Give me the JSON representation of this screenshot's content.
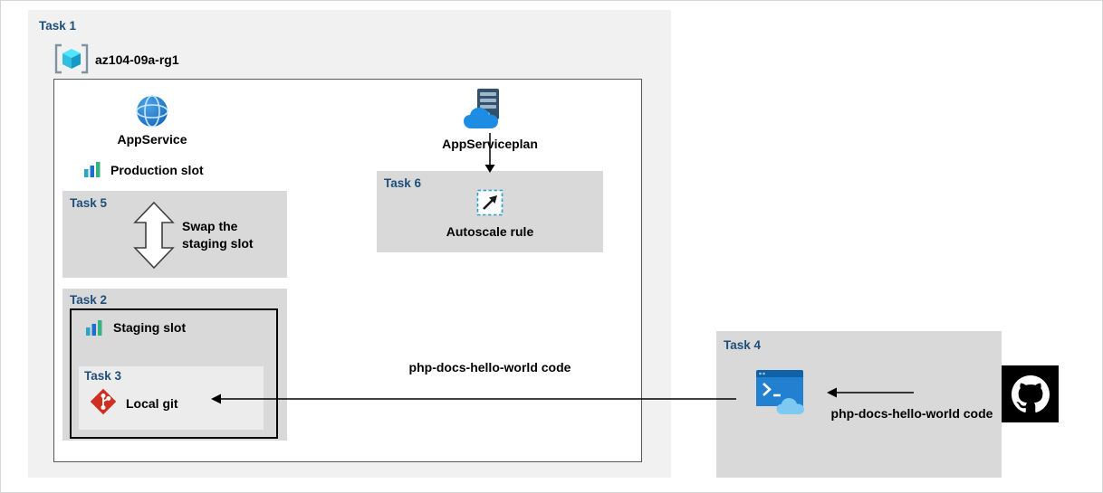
{
  "task1": {
    "label": "Task 1"
  },
  "resource_group": {
    "name": "az104-09a-rg1"
  },
  "app_service": {
    "label": "AppService"
  },
  "app_service_plan": {
    "label": "AppServiceplan"
  },
  "production_slot": {
    "label": "Production slot"
  },
  "task5": {
    "label": "Task 5",
    "action": "Swap the staging slot"
  },
  "task2": {
    "label": "Task 2",
    "staging_slot_label": "Staging slot"
  },
  "task3": {
    "label": "Task 3",
    "local_git_label": "Local git"
  },
  "task6": {
    "label": "Task 6",
    "rule_label": "Autoscale rule"
  },
  "deployment": {
    "code_label": "php-docs-hello-world code"
  },
  "task4": {
    "label": "Task 4",
    "code_label": "php-docs-hello-world code"
  },
  "icons": {
    "resource_group": "resource-group-cube-icon",
    "app_service": "app-service-globe-icon",
    "app_service_plan": "app-service-plan-server-cloud-icon",
    "production_slot": "deployment-slot-chart-icon",
    "staging_slot": "deployment-slot-chart-icon",
    "swap": "swap-vertical-double-arrow-icon",
    "autoscale": "autoscale-rule-icon",
    "local_git": "git-icon",
    "cloud_shell": "cloud-shell-terminal-icon",
    "github": "github-icon"
  },
  "colors": {
    "task_label": "#1f4e79",
    "outer_box": "#f1f1f1",
    "task_box": "#d9d9d9",
    "inner_task_box": "#ececec",
    "rg_border": "#595959",
    "arrow": "#000000",
    "git_red": "#cf2f21",
    "azure_blue": "#2180d0",
    "github_black": "#000000"
  }
}
